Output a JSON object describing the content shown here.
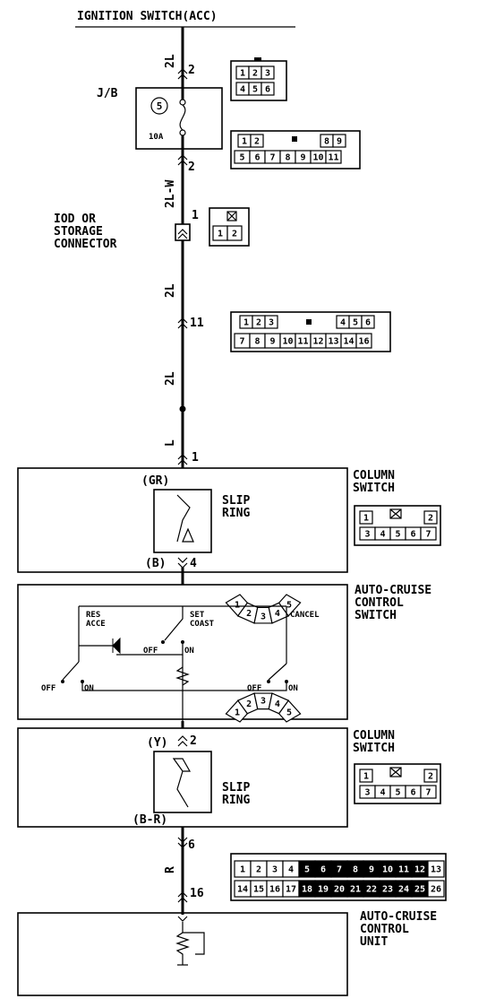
{
  "top_label": "IGNITION SWITCH(ACC)",
  "wires": {
    "w1": "2L",
    "w2": "2L-W",
    "w3": "2L",
    "w4": "2L",
    "w5": "L",
    "w6": "R"
  },
  "pins": {
    "p_top": "2",
    "p_jb": "2",
    "p_iod": "1",
    "p_11": "11",
    "p_col1": "1",
    "p_col4": "4",
    "p_col2": "2",
    "p_col6": "6",
    "p_unit": "16"
  },
  "jb": {
    "label": "J/B",
    "fuse_no": "5",
    "fuse_amp": "10A"
  },
  "iod": {
    "line1": "IOD OR",
    "line2": "STORAGE",
    "line3": "CONNECTOR"
  },
  "column_switch_1": {
    "title1": "COLUMN",
    "title2": "SWITCH",
    "color_top": "(GR)",
    "color_bottom": "(B)",
    "ring1": "SLIP",
    "ring2": "RING"
  },
  "cruise_switch": {
    "title1": "AUTO-CRUISE",
    "title2": "CONTROL",
    "title3": "SWITCH",
    "res1": "RES",
    "res2": "ACCE",
    "set1": "SET",
    "set2": "COAST",
    "cancel": "CANCEL",
    "off": "OFF",
    "on": "ON"
  },
  "column_switch_2": {
    "title1": "COLUMN",
    "title2": "SWITCH",
    "color_top": "(Y)",
    "color_bottom": "(B-R)",
    "ring1": "SLIP",
    "ring2": "RING"
  },
  "unit": {
    "title1": "AUTO-CRUISE",
    "title2": "CONTROL",
    "title3": "UNIT"
  },
  "connectors": {
    "c6": [
      "1",
      "2",
      "3",
      "4",
      "5",
      "6"
    ],
    "c11_top": [
      "1",
      "2",
      "",
      "",
      "8",
      "9"
    ],
    "c11_bot": [
      "5",
      "6",
      "7",
      "8",
      "9",
      "10",
      "11"
    ],
    "c2": [
      "1",
      "2"
    ],
    "c16_top": [
      "1",
      "2",
      "3",
      "",
      "4",
      "5",
      "6"
    ],
    "c16_bot": [
      "7",
      "8",
      "9",
      "10",
      "11",
      "12",
      "13",
      "14",
      "16"
    ],
    "col": [
      "1",
      "2",
      "3",
      "4",
      "5",
      "6",
      "7"
    ],
    "ring": [
      "1",
      "2",
      "3",
      "4",
      "5"
    ],
    "c26_top": [
      "1",
      "2",
      "3",
      "4",
      "5",
      "6",
      "7",
      "8",
      "9",
      "10",
      "11",
      "12",
      "13"
    ],
    "c26_bot": [
      "14",
      "15",
      "16",
      "17",
      "18",
      "19",
      "20",
      "21",
      "22",
      "23",
      "24",
      "25",
      "26"
    ]
  }
}
